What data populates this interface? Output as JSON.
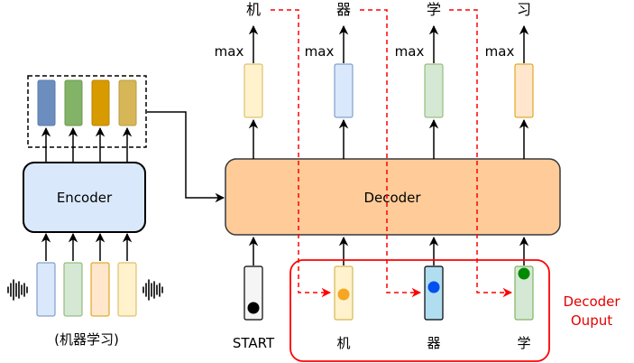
{
  "colors": {
    "encoder_fill": "#dae8fc",
    "encoder_stroke": "#000000",
    "decoder_fill": "#ffcc99",
    "decoder_stroke": "#36393d",
    "red": "#ff0000",
    "red_text": "#e60000",
    "blue": "#6c8ebf",
    "green": "#82b366",
    "orange_dark": "#d79b00",
    "yellow_dark": "#d6b656",
    "light_blue": "#dae8fc",
    "light_green": "#d5e8d4",
    "light_orange": "#ffe6cc",
    "light_yellow": "#fff2cc",
    "dot_orange": "#f5a623",
    "dot_blue": "#0050ef",
    "dot_green": "#008a00",
    "dot_black": "#000000",
    "start_fill": "#f5f5f5",
    "cyan_fill": "#b1ddf0",
    "cyan_stroke": "#10739e"
  },
  "encoder": {
    "label": "Encoder",
    "input_caption": "(机器学习)"
  },
  "decoder": {
    "label": "Decoder",
    "output_caption_line1": "Decoder",
    "output_caption_line2": "Ouput"
  },
  "outputs": [
    {
      "char": "机",
      "op": "max",
      "color": "light_yellow"
    },
    {
      "char": "器",
      "op": "max",
      "color": "light_blue"
    },
    {
      "char": "学",
      "op": "max",
      "color": "light_green"
    },
    {
      "char": "习",
      "op": "max",
      "color": "light_orange"
    }
  ],
  "inputs": [
    {
      "label": "START",
      "dot": "dot_black"
    },
    {
      "label": "机",
      "dot": "dot_orange"
    },
    {
      "label": "器",
      "dot": "dot_blue"
    },
    {
      "label": "学",
      "dot": "dot_green"
    }
  ],
  "icons": [
    "waveform-icon-left",
    "waveform-icon-right"
  ]
}
